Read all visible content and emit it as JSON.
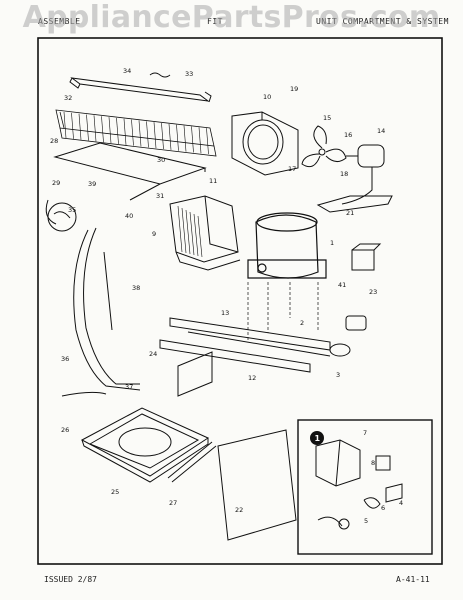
{
  "watermark": "AppliancePartsPros.com",
  "header": {
    "left": "ASSEMBLE",
    "center": "FIT",
    "right": "UNIT COMPARTMENT & SYSTEM"
  },
  "footer": {
    "issued": "ISSUED 2/87",
    "page_ref": "A-41-11"
  },
  "inset_label": "1",
  "callouts": [
    {
      "id": "c34",
      "text": "34"
    },
    {
      "id": "c33",
      "text": "33"
    },
    {
      "id": "c32",
      "text": "32"
    },
    {
      "id": "c28",
      "text": "28"
    },
    {
      "id": "c10",
      "text": "10"
    },
    {
      "id": "c19",
      "text": "19"
    },
    {
      "id": "c15",
      "text": "15"
    },
    {
      "id": "c16",
      "text": "16"
    },
    {
      "id": "c14",
      "text": "14"
    },
    {
      "id": "c30",
      "text": "30"
    },
    {
      "id": "c31",
      "text": "31"
    },
    {
      "id": "c29",
      "text": "29"
    },
    {
      "id": "c17",
      "text": "17"
    },
    {
      "id": "c11",
      "text": "11"
    },
    {
      "id": "c18",
      "text": "18"
    },
    {
      "id": "c21",
      "text": "21"
    },
    {
      "id": "c39",
      "text": "39"
    },
    {
      "id": "c40",
      "text": "40"
    },
    {
      "id": "c35",
      "text": "35"
    },
    {
      "id": "c9",
      "text": "9"
    },
    {
      "id": "c1",
      "text": "1"
    },
    {
      "id": "c38",
      "text": "38"
    },
    {
      "id": "c13",
      "text": "13"
    },
    {
      "id": "c2",
      "text": "2"
    },
    {
      "id": "c41",
      "text": "41"
    },
    {
      "id": "c23",
      "text": "23"
    },
    {
      "id": "c24",
      "text": "24"
    },
    {
      "id": "c36",
      "text": "36"
    },
    {
      "id": "c37",
      "text": "37"
    },
    {
      "id": "c12",
      "text": "12"
    },
    {
      "id": "c3",
      "text": "3"
    },
    {
      "id": "c26",
      "text": "26"
    },
    {
      "id": "c25",
      "text": "25"
    },
    {
      "id": "c27",
      "text": "27"
    },
    {
      "id": "c22",
      "text": "22"
    },
    {
      "id": "c7",
      "text": "7"
    },
    {
      "id": "c8",
      "text": "8"
    },
    {
      "id": "c4",
      "text": "4"
    },
    {
      "id": "c6",
      "text": "6"
    },
    {
      "id": "c5",
      "text": "5"
    }
  ],
  "colors": {
    "ink": "#111111",
    "paper": "#fbfbf8",
    "watermark": "#aaaaaa"
  }
}
